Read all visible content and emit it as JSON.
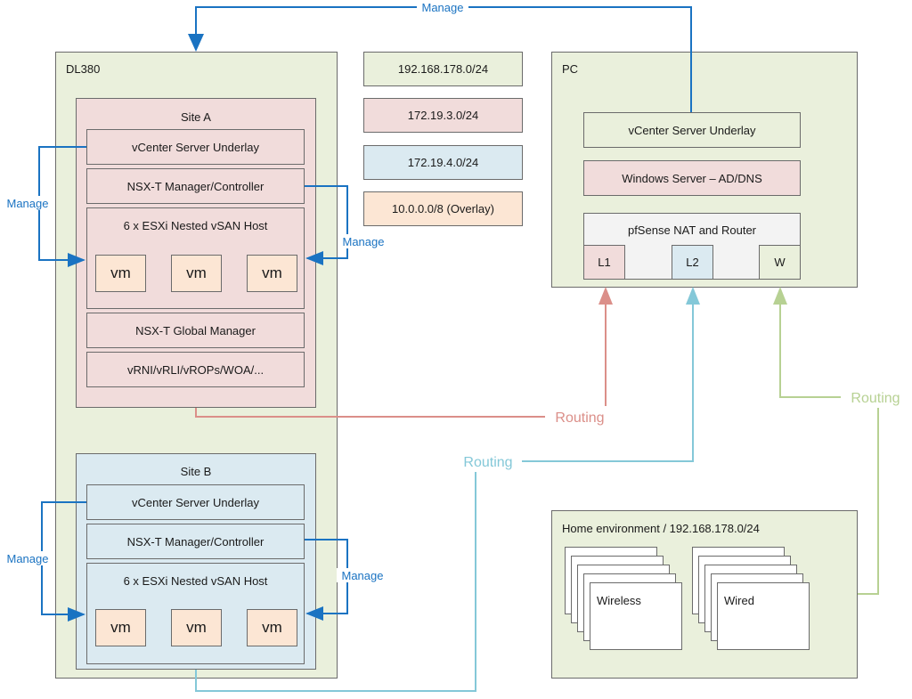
{
  "dl380": {
    "title": "DL380"
  },
  "site_a": {
    "title": "Site A",
    "vcenter": "vCenter Server Underlay",
    "nsx": "NSX-T Manager/Controller",
    "esxi": "6 x ESXi Nested vSAN Host",
    "vms": [
      "vm",
      "vm",
      "vm"
    ],
    "global_manager": "NSX-T Global Manager",
    "vrni": "vRNI/vRLI/vROPs/WOA/..."
  },
  "site_b": {
    "title": "Site B",
    "vcenter": "vCenter Server Underlay",
    "nsx": "NSX-T Manager/Controller",
    "esxi": "6 x ESXi Nested vSAN Host",
    "vms": [
      "vm",
      "vm",
      "vm"
    ]
  },
  "legend": {
    "net_home": "192.168.178.0/24",
    "net_site_a": "172.19.3.0/24",
    "net_site_b": "172.19.4.0/24",
    "net_overlay": "10.0.0.0/8 (Overlay)"
  },
  "pc": {
    "title": "PC",
    "vcenter": "vCenter Server Underlay",
    "windows": "Windows Server – AD/DNS",
    "pfsense": "pfSense NAT and Router",
    "ports": [
      "L1",
      "L2",
      "W"
    ]
  },
  "home": {
    "title": "Home environment / 192.168.178.0/24",
    "wireless": "Wireless",
    "wired": "Wired"
  },
  "labels": {
    "manage": "Manage",
    "routing": "Routing"
  },
  "colors": {
    "manage": "#1a73c2",
    "routing_site_a": "#db8f89",
    "routing_site_b": "#84c8d8",
    "routing_home": "#b7d193"
  }
}
